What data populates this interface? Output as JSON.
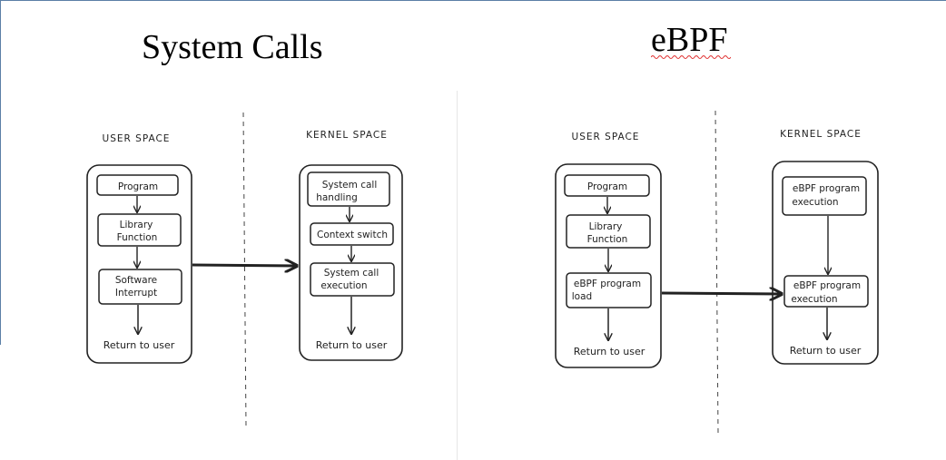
{
  "titles": {
    "left": "System Calls",
    "right": "eBPF"
  },
  "syscall_diagram": {
    "user_label": "USER SPACE",
    "kernel_label": "KERNEL SPACE",
    "user_nodes": [
      [
        "Program"
      ],
      [
        "Library",
        "Function"
      ],
      [
        "Software",
        "Interrupt"
      ]
    ],
    "user_return": "Return to user",
    "kernel_nodes": [
      [
        "System call",
        "handling"
      ],
      [
        "Context switch"
      ],
      [
        "System call",
        "execution"
      ]
    ],
    "kernel_return": "Return to user"
  },
  "ebpf_diagram": {
    "user_label": "USER SPACE",
    "kernel_label": "KERNEL SPACE",
    "user_nodes": [
      [
        "Program"
      ],
      [
        "Library",
        "Function"
      ],
      [
        "eBPF program",
        "load"
      ]
    ],
    "user_return": "Return to user",
    "kernel_nodes": [
      [
        "eBPF program",
        "execution"
      ],
      [
        "eBPF program",
        "execution"
      ]
    ],
    "kernel_return": "Return to user"
  },
  "colors": {
    "ink": "#222222",
    "slide_border": "#5b7fa6",
    "spellcheck_underline": "#e03030"
  }
}
